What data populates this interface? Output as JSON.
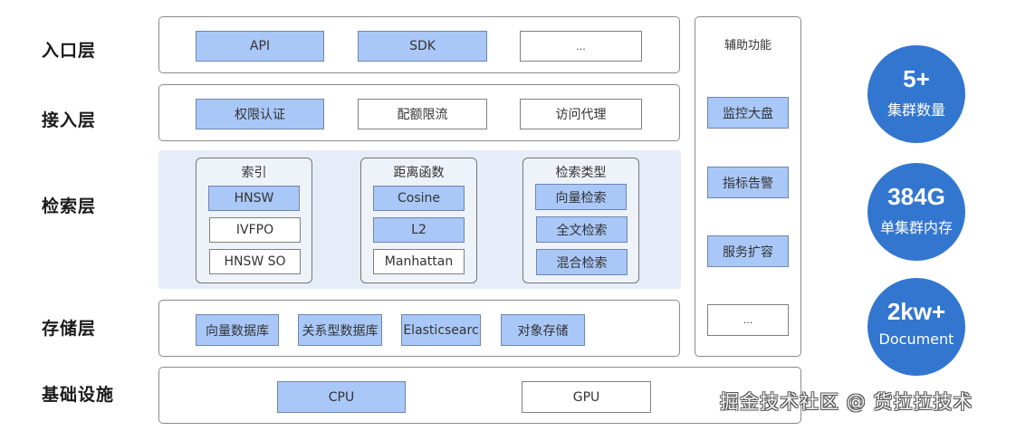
{
  "layers": [
    {
      "label": "入口层",
      "items": [
        {
          "label": "API",
          "highlight": true
        },
        {
          "label": "SDK",
          "highlight": true
        },
        {
          "label": "...",
          "highlight": false
        }
      ]
    },
    {
      "label": "接入层",
      "items": [
        {
          "label": "权限认证",
          "highlight": true
        },
        {
          "label": "配额限流",
          "highlight": false
        },
        {
          "label": "访问代理",
          "highlight": false
        }
      ]
    },
    {
      "label": "检索层",
      "groups": [
        {
          "title": "索引",
          "items": [
            {
              "label": "HNSW",
              "highlight": true
            },
            {
              "label": "IVFPO",
              "highlight": false
            },
            {
              "label": "HNSW  SO",
              "highlight": false
            }
          ]
        },
        {
          "title": "距离函数",
          "items": [
            {
              "label": "Cosine",
              "highlight": true
            },
            {
              "label": "L2",
              "highlight": true
            },
            {
              "label": "Manhattan",
              "highlight": false
            }
          ]
        },
        {
          "title": "检索类型",
          "items": [
            {
              "label": "向量检索",
              "highlight": true
            },
            {
              "label": "全文检索",
              "highlight": true
            },
            {
              "label": "混合检索",
              "highlight": true
            }
          ]
        }
      ]
    },
    {
      "label": "存储层",
      "items": [
        {
          "label": "向量数据库",
          "highlight": true
        },
        {
          "label": "关系型数据库",
          "highlight": true
        },
        {
          "label": "Elasticsearc",
          "highlight": true
        },
        {
          "label": "对象存储",
          "highlight": true
        }
      ]
    },
    {
      "label": "基础设施",
      "items": [
        {
          "label": "CPU",
          "highlight": true
        },
        {
          "label": "GPU",
          "highlight": false
        }
      ]
    }
  ],
  "aux": {
    "title": "辅助功能",
    "items": [
      {
        "label": "监控大盘",
        "highlight": true
      },
      {
        "label": "指标告警",
        "highlight": true
      },
      {
        "label": "服务扩容",
        "highlight": true
      },
      {
        "label": "...",
        "highlight": false
      }
    ]
  },
  "stats": [
    {
      "value": "5+",
      "label": "集群数量"
    },
    {
      "value": "384G",
      "label": "单集群内存"
    },
    {
      "value": "2kw+",
      "label": "Document"
    }
  ],
  "watermark": "掘金技术社区 @ 货拉拉技术",
  "colors": {
    "highlight": "#a9c7f7",
    "stat_circle": "#3276d0",
    "search_bg": "#e6edf8"
  }
}
